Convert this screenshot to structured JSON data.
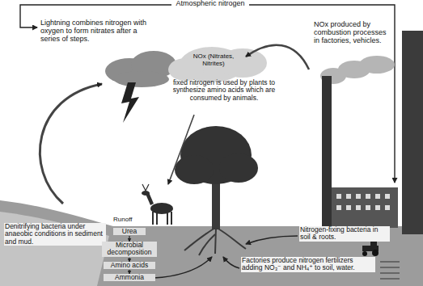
{
  "diagram": {
    "labels": [
      "Atmospheric nitrogen",
      "Lightning combines nitrogen with oxygen to form nitrates after a series of steps.",
      "NOx (Nitrates, Nitrites)",
      "NOx produced by combustion processes in factories, vehicles.",
      "fixed nitrogen is used by plants to synthesize amino acids which are consumed by animals.",
      "Runoff",
      "Denitrifying bacteria under anaeobic conditions in sediment and mud.",
      "Urea",
      "Nitrogen-fixing bacteria in soil & roots.",
      "Microbial decomposition",
      "Amino acids",
      "Ammonia",
      "Factories produce nitrogen fertilizers adding NO₃⁻ and NH₄⁺ to soil, water."
    ]
  }
}
